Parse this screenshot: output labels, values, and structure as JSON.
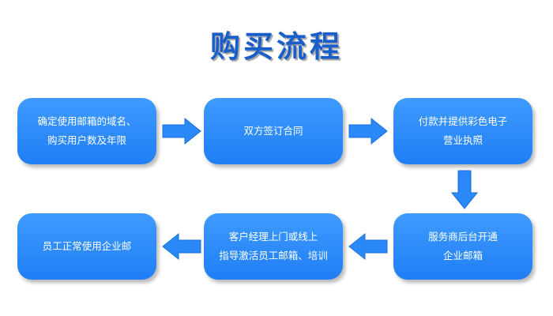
{
  "title": "购买流程",
  "steps": [
    {
      "line1": "确定使用邮箱的域名、",
      "line2": "购买用户数及年限"
    },
    {
      "line1": "双方签订合同",
      "line2": ""
    },
    {
      "line1": "付款并提供彩色电子",
      "line2": "营业执照"
    },
    {
      "line1": "服务商后台开通",
      "line2": "企业邮箱"
    },
    {
      "line1": "客户经理上门或线上",
      "line2": "指导激活员工邮箱、培训"
    },
    {
      "line1": "员工正常使用企业邮",
      "line2": ""
    }
  ],
  "colors": {
    "title": "#1a5fc9",
    "box": "#2a88f8",
    "arrow": "#2a88f8"
  }
}
